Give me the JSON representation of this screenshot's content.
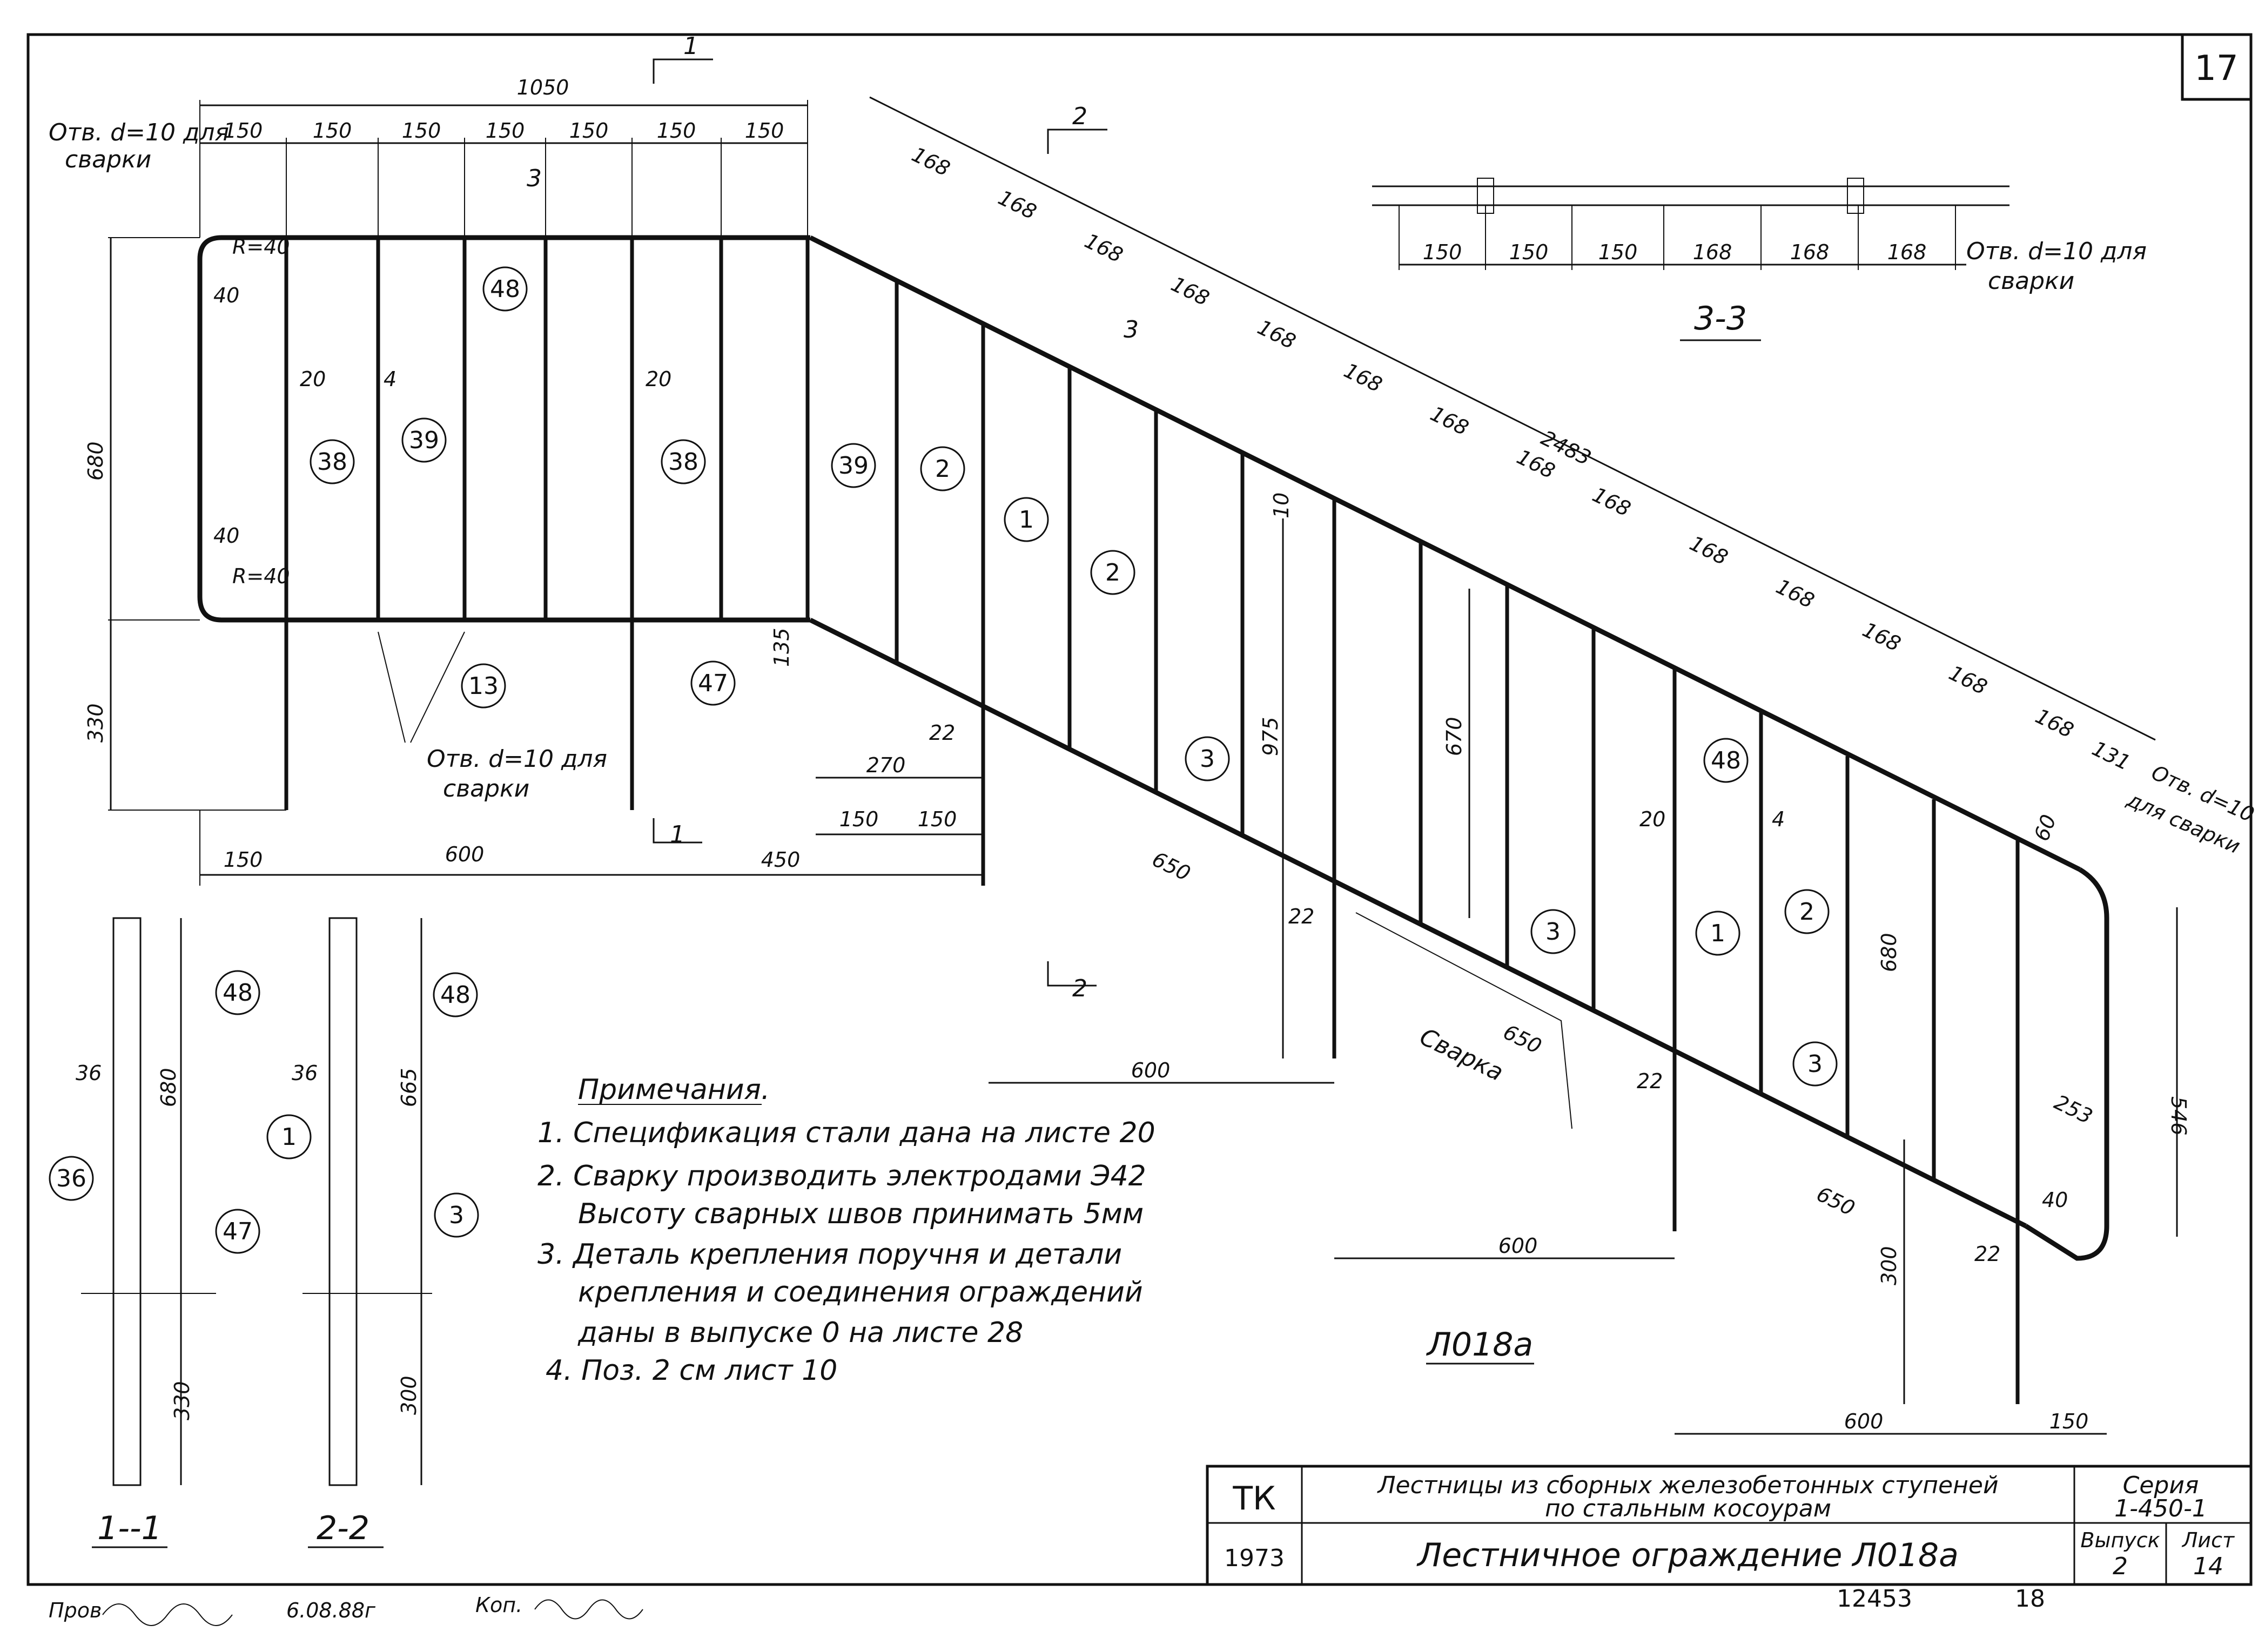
{
  "page_number": "17",
  "drawing_mark": "Л018а",
  "notes_title": "Примечания.",
  "notes": [
    "1. Спецификация стали дана на листе 20",
    "2. Сварку производить электродами Э42",
    "Высоту сварных швов принимать 5мм",
    "3. Деталь крепления поручня и детали",
    "крепления и соединения ограждений",
    "даны в выпуске 0 на листе 28",
    "4. Поз. 2 см лист 10"
  ],
  "section_labels": {
    "s11": "1--1",
    "s22": "2-2",
    "s33": "3-3",
    "cut1": "1",
    "cut2": "2",
    "cut3": "3"
  },
  "hole_note": {
    "line1": "Отв. d=10 для",
    "line2": "сварки"
  },
  "hole_note_right": {
    "line1": "Отв. d=10",
    "line2": "для сварки"
  },
  "weld_label": "Сварка",
  "title_block": {
    "org": "ТК",
    "year": "1973",
    "title_line1": "Лестницы из сборных железобетонных ступеней",
    "title_line2": "по стальным косоурам",
    "drawing_title": "Лестничное ограждение Л018а",
    "series_label": "Серия",
    "series_value": "1-450-1",
    "issue_label": "Выпуск",
    "issue_value": "2",
    "sheet_label": "Лист",
    "sheet_value": "14"
  },
  "bottom_left": {
    "checked": "Пров",
    "date": "6.08.88г",
    "copied": "Коп."
  },
  "bottom_numbers": {
    "archive": "12453",
    "page": "18"
  },
  "dims": {
    "top_total": "1050",
    "top_spacing": [
      "150",
      "150",
      "150",
      "150",
      "150",
      "150",
      "150"
    ],
    "slope_total": "2483",
    "slope_spacing": [
      "168",
      "168",
      "168",
      "168",
      "168",
      "168",
      "168",
      "168",
      "168",
      "168",
      "168",
      "168",
      "168",
      "168"
    ],
    "slope_last": "131",
    "h680": "680",
    "h330": "330",
    "h975": "975",
    "h670": "670",
    "h135": "135",
    "h300": "300",
    "h546": "546",
    "h665": "665",
    "h10": "10",
    "b150": "150",
    "b600": "600",
    "b450": "450",
    "b270": "270",
    "d650": "650",
    "d600": "600",
    "d253": "253",
    "d22": "22",
    "r40": "R=40",
    "d40": "40",
    "d20": "20",
    "d4": "4",
    "d36": "36",
    "d60": "60",
    "s33": [
      "150",
      "150",
      "150",
      "168",
      "168",
      "168"
    ]
  },
  "positions": [
    "38",
    "39",
    "48",
    "13",
    "47",
    "1",
    "2",
    "3",
    "36"
  ]
}
